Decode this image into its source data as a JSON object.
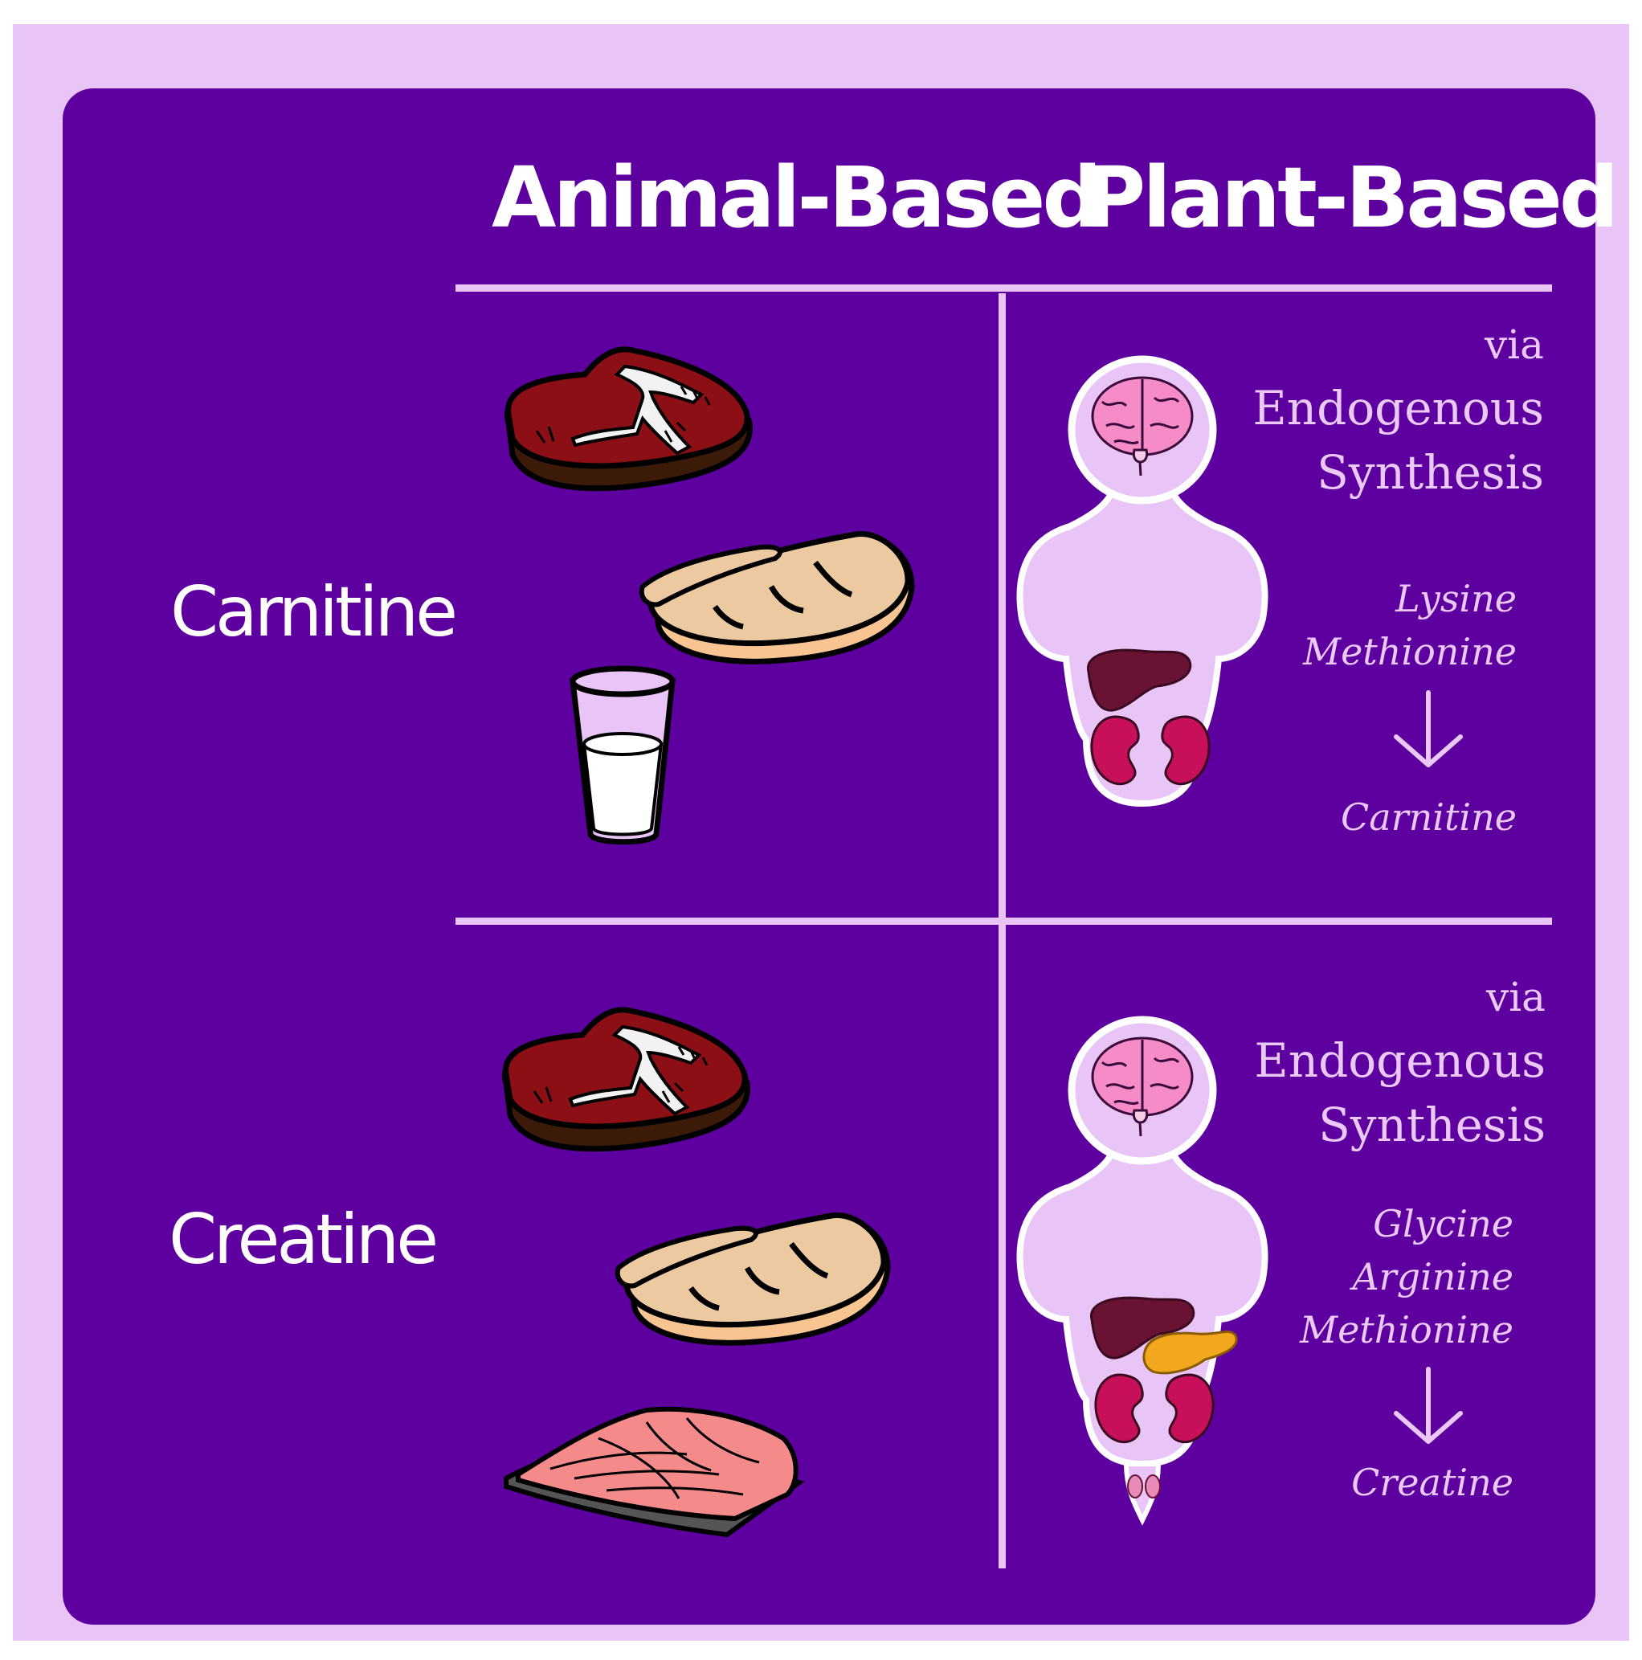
{
  "columns": {
    "animal": "Animal-Based",
    "plant": "Plant-Based"
  },
  "rows": [
    {
      "nutrient": "Carnitine",
      "animal_sources": [
        "steak-icon",
        "chicken-breast-icon",
        "milk-glass-icon"
      ],
      "via": "via",
      "synthesis": [
        "Endogenous",
        "Synthesis"
      ],
      "precursors": [
        "Lysine",
        "Methionine"
      ],
      "product": "Carnitine",
      "organs": [
        "brain-icon",
        "liver-icon",
        "kidneys-icon"
      ]
    },
    {
      "nutrient": "Creatine",
      "animal_sources": [
        "steak-icon",
        "chicken-breast-icon",
        "salmon-fillet-icon"
      ],
      "via": "via",
      "synthesis": [
        "Endogenous",
        "Synthesis"
      ],
      "precursors": [
        "Glycine",
        "Arginine",
        "Methionine"
      ],
      "product": "Creatine",
      "organs": [
        "brain-icon",
        "liver-icon",
        "pancreas-icon",
        "kidneys-icon",
        "testes-icon"
      ]
    }
  ],
  "colors": {
    "frame": "#e8c4f7",
    "panel": "#5e00a0",
    "text": "#ffffff",
    "accent": "#eac9f7"
  }
}
